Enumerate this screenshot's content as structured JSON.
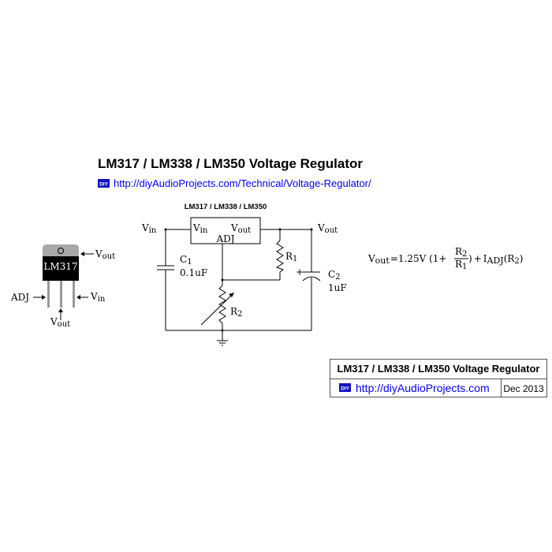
{
  "title": "LM317 / LM338 / LM350 Voltage Regulator",
  "url": "http://diyAudioProjects.com/Technical/Voltage-Regulator/",
  "logo_text": "DIY",
  "colors": {
    "link": "#0000ff",
    "logo_bg": "#1010c0",
    "tab": "#a8a8a8",
    "body": "#000000"
  },
  "package": {
    "part": "LM317",
    "tab_label": {
      "main": "V",
      "sub": "out"
    },
    "adj_label": "ADJ",
    "vin_label": {
      "main": "V",
      "sub": "in"
    },
    "vout_label": {
      "main": "V",
      "sub": "out"
    }
  },
  "schematic": {
    "chip_header": "LM317 / LM338 / LM350",
    "vin": {
      "main": "V",
      "sub": "in"
    },
    "vout": {
      "main": "V",
      "sub": "out"
    },
    "ic_vin": {
      "main": "V",
      "sub": "in"
    },
    "ic_vout": {
      "main": "V",
      "sub": "out"
    },
    "ic_adj": "ADJ",
    "c1": {
      "main": "C",
      "sub": "1",
      "value": "0.1uF"
    },
    "c2": {
      "main": "C",
      "sub": "2",
      "value": "1uF",
      "polarity": "+"
    },
    "r1": {
      "main": "R",
      "sub": "1"
    },
    "r2": {
      "main": "R",
      "sub": "2"
    }
  },
  "formula": {
    "lhs_main": "V",
    "lhs_sub": "out",
    "eq": "=",
    "coef": "1.25V (1+",
    "num_main": "R",
    "num_sub": "2",
    "den_main": "R",
    "den_sub": "1",
    "close": ")",
    "plus": "+",
    "iadj_main": "I",
    "iadj_sub": "ADJ",
    "paren_open": "(",
    "r2_main": "R",
    "r2_sub": "2",
    "paren_close": ")"
  },
  "footer": {
    "title": "LM317 / LM338 / LM350 Voltage Regulator",
    "url": "http://diyAudioProjects.com",
    "date": "Dec 2013"
  }
}
